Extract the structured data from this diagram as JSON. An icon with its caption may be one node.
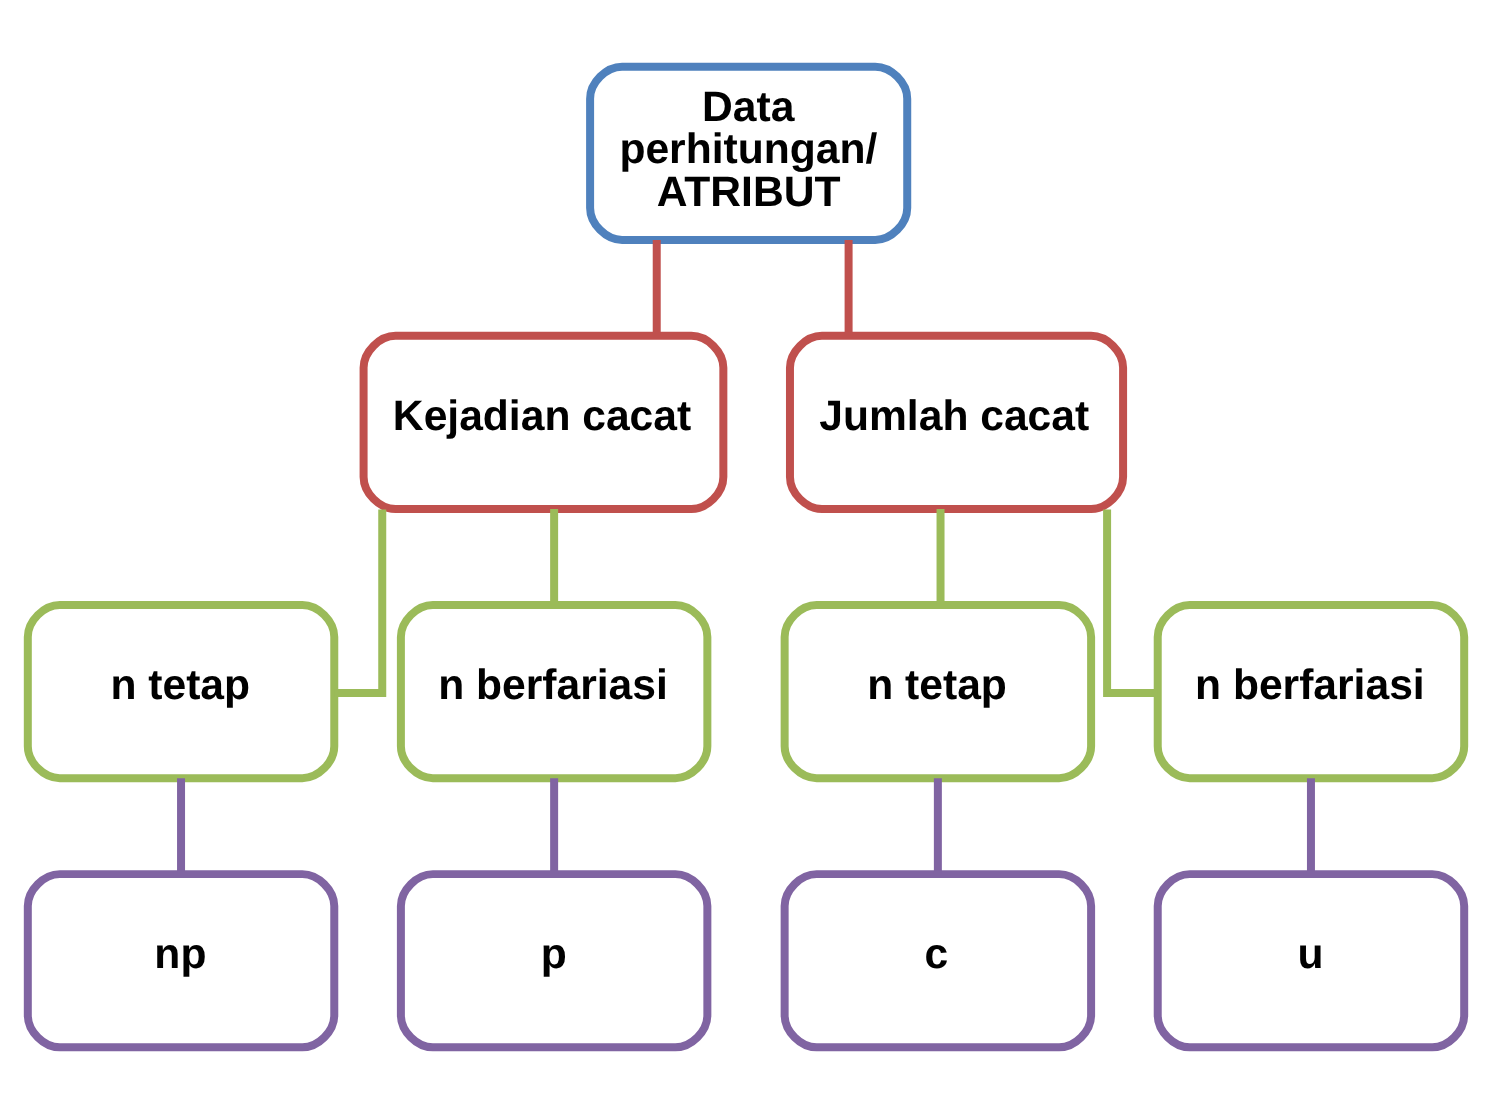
{
  "diagram": {
    "nodes": [
      {
        "text": [
          "Data perhitungan/ ATRIBUT"
        ]
      },
      {
        "text": [
          "Kejadian cacat"
        ]
      },
      {
        "text": [
          "Jumlah cacat"
        ]
      },
      {
        "text": [
          "n tetap"
        ]
      },
      {
        "text": [
          "n berfariasi"
        ]
      },
      {
        "text": [
          "n tetap"
        ]
      },
      {
        "text": [
          "n berfariasi"
        ]
      },
      {
        "text": [
          "np"
        ]
      },
      {
        "text": [
          "p"
        ]
      },
      {
        "text": [
          "c"
        ]
      },
      {
        "text": [
          "u"
        ]
      }
    ],
    "edges": [
      {
        "from": 0,
        "to": 1,
        "arrow": "none",
        "color": "#c0504d"
      },
      {
        "from": 0,
        "to": 2,
        "arrow": "none",
        "color": "#c0504d"
      },
      {
        "from": 1,
        "to": 3,
        "arrow": "none",
        "color": "#9bbb59"
      },
      {
        "from": 1,
        "to": 4,
        "arrow": "none",
        "color": "#9bbb59"
      },
      {
        "from": 2,
        "to": 5,
        "arrow": "none",
        "color": "#9bbb59"
      },
      {
        "from": 2,
        "to": 6,
        "arrow": "none",
        "color": "#9bbb59"
      },
      {
        "from": 3,
        "to": 7,
        "arrow": "none",
        "color": "#8064a2"
      },
      {
        "from": 4,
        "to": 8,
        "arrow": "none",
        "color": "#8064a2"
      },
      {
        "from": 5,
        "to": 9,
        "arrow": "none",
        "color": "#8064a2"
      },
      {
        "from": 6,
        "to": 10,
        "arrow": "none",
        "color": "#8064a2"
      }
    ]
  }
}
